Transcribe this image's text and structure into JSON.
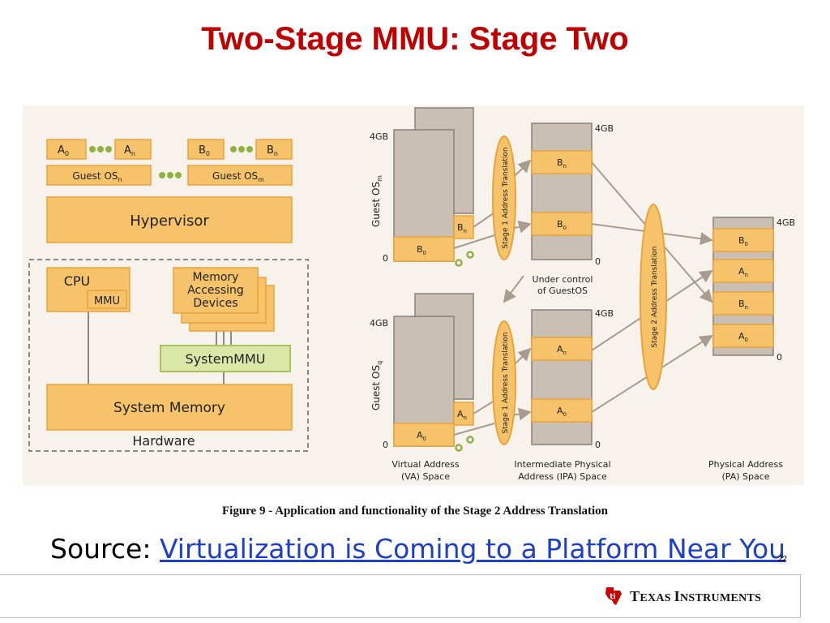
{
  "title": "Two-Stage MMU: Stage Two",
  "left_diagram": {
    "a0": "A",
    "a0_sub": "0",
    "an": "A",
    "an_sub": "n",
    "b0": "B",
    "b0_sub": "0",
    "bn": "B",
    "bn_sub": "n",
    "guest_os_n": "Guest OS",
    "guest_os_n_sub": "n",
    "guest_os_m": "Guest OS",
    "guest_os_m_sub": "m",
    "hypervisor": "Hypervisor",
    "cpu": "CPU",
    "mmu": "MMU",
    "memory_devices_line1": "Memory",
    "memory_devices_line2": "Accessing",
    "memory_devices_line3": "Devices",
    "system_mmu": "SystemMMU",
    "system_memory": "System Memory",
    "hardware": "Hardware"
  },
  "right_diagram": {
    "label_4gb": "4GB",
    "label_0": "0",
    "guest_os_m": "Guest OS",
    "guest_os_m_sub": "m",
    "guest_os_q": "Guest OS",
    "guest_os_q_sub": "q",
    "b0": "B",
    "b0_sub": "0",
    "bn": "B",
    "bn_sub": "n",
    "a0": "A",
    "a0_sub": "0",
    "an": "A",
    "an_sub": "n",
    "stage1": "Stage 1 Address Translation",
    "stage2": "Stage 2 Address Translation",
    "under_control_1": "Under control",
    "under_control_2": "of GuestOS",
    "va_1": "Virtual Address",
    "va_2": "(VA) Space",
    "ipa_1": "Intermediate Physical",
    "ipa_2": "Address (IPA) Space",
    "pa_1": "Physical Address",
    "pa_2": "(PA) Space"
  },
  "caption": "Figure 9 - Application and functionality of the Stage 2 Address Translation",
  "source_label": "Source: ",
  "source_link": "Virtualization is Coming to a Platform Near You",
  "page_number": "22",
  "logo_text_1": "T",
  "logo_text_2": "EXAS ",
  "logo_text_3": "I",
  "logo_text_4": "NSTRUMENTS",
  "colors": {
    "title": "#c00000",
    "box_fill": "#f6c36a",
    "box_stroke": "#e8a33a",
    "mmu_fill": "#d9e8a6",
    "mmu_stroke": "#a9c25a",
    "gray": "#c9bfb4",
    "link": "#1f3fc9"
  }
}
